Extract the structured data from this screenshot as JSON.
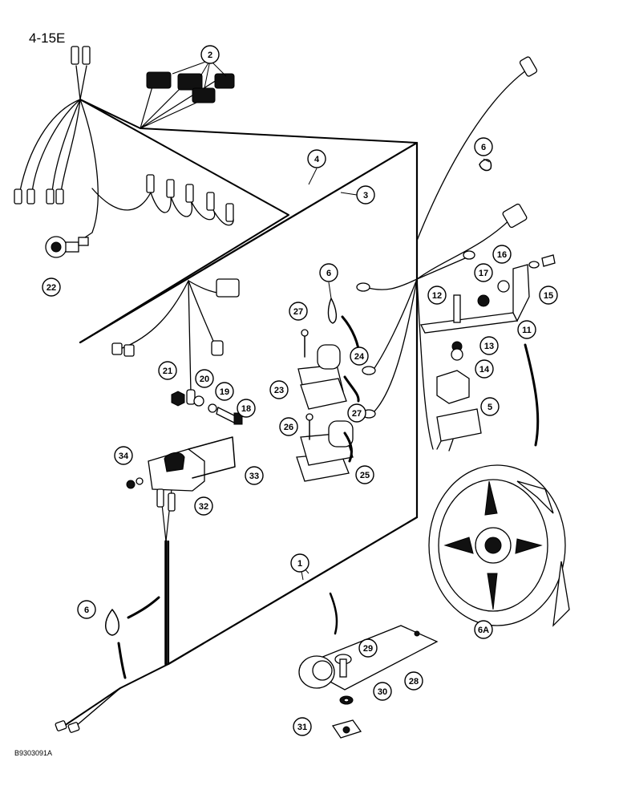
{
  "figure": {
    "page_number": "4-15E",
    "drawing_ref": "B9303091A"
  },
  "callouts": [
    {
      "id": "c1",
      "label": "1"
    },
    {
      "id": "c2",
      "label": "2"
    },
    {
      "id": "c3",
      "label": "3"
    },
    {
      "id": "c4",
      "label": "4"
    },
    {
      "id": "c5",
      "label": "5"
    },
    {
      "id": "c6a",
      "label": "6"
    },
    {
      "id": "c6b",
      "label": "6"
    },
    {
      "id": "c6c",
      "label": "6"
    },
    {
      "id": "c6A",
      "label": "6A"
    },
    {
      "id": "c11",
      "label": "11"
    },
    {
      "id": "c12",
      "label": "12"
    },
    {
      "id": "c13",
      "label": "13"
    },
    {
      "id": "c14",
      "label": "14"
    },
    {
      "id": "c15",
      "label": "15"
    },
    {
      "id": "c16",
      "label": "16"
    },
    {
      "id": "c17",
      "label": "17"
    },
    {
      "id": "c18",
      "label": "18"
    },
    {
      "id": "c19",
      "label": "19"
    },
    {
      "id": "c20",
      "label": "20"
    },
    {
      "id": "c21",
      "label": "21"
    },
    {
      "id": "c22",
      "label": "22"
    },
    {
      "id": "c23",
      "label": "23"
    },
    {
      "id": "c24",
      "label": "24"
    },
    {
      "id": "c25",
      "label": "25"
    },
    {
      "id": "c26",
      "label": "26"
    },
    {
      "id": "c27a",
      "label": "27"
    },
    {
      "id": "c27b",
      "label": "27"
    },
    {
      "id": "c28",
      "label": "28"
    },
    {
      "id": "c29",
      "label": "29"
    },
    {
      "id": "c30",
      "label": "30"
    },
    {
      "id": "c31",
      "label": "31"
    },
    {
      "id": "c32",
      "label": "32"
    },
    {
      "id": "c33",
      "label": "33"
    },
    {
      "id": "c34",
      "label": "34"
    }
  ]
}
